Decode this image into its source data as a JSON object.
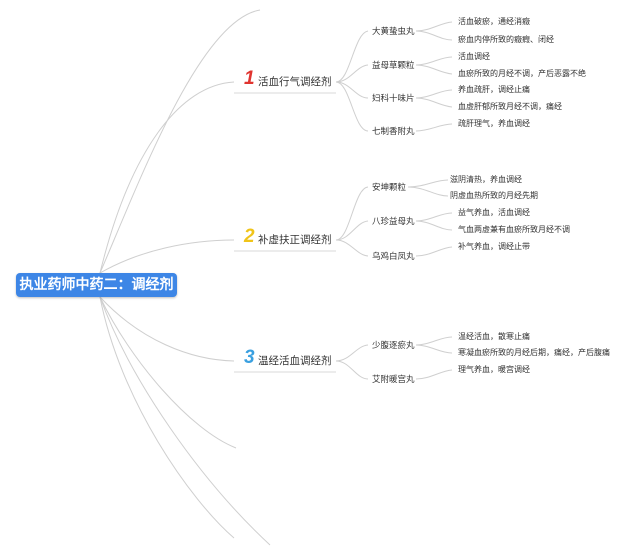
{
  "root": {
    "title": "执业药师中药二：调经剂"
  },
  "colors": {
    "root_bg": "#3d86e6",
    "num1": "#e0342f",
    "num2": "#f0c419",
    "num3": "#3aa0e0",
    "line": "#c8c8c8"
  },
  "branches": [
    {
      "num": "1",
      "label": "活血行气调经剂",
      "herbs": [
        {
          "name": "大黄蛰虫丸",
          "descs": [
            "活血破瘀，通经消癥",
            "瘀血内停所致的癥瘕、闭经"
          ]
        },
        {
          "name": "益母草颗粒",
          "descs": [
            "活血调经",
            "血瘀所致的月经不调，产后恶露不绝"
          ]
        },
        {
          "name": "妇科十味片",
          "descs": [
            "养血疏肝，调经止痛",
            "血虚肝郁所致月经不调，痛经"
          ]
        },
        {
          "name": "七制香附丸",
          "descs": [
            "疏肝理气，养血调经"
          ]
        }
      ]
    },
    {
      "num": "2",
      "label": "补虚扶正调经剂",
      "herbs": [
        {
          "name": "安坤颗粒",
          "descs": [
            "滋阴清热，养血调经",
            "阴虚血热所致的月经先期"
          ]
        },
        {
          "name": "八珍益母丸",
          "descs": [
            "益气养血，活血调经",
            "气血两虚兼有血瘀所致月经不调"
          ]
        },
        {
          "name": "乌鸡白凤丸",
          "descs": [
            "补气养血，调经止带"
          ]
        }
      ]
    },
    {
      "num": "3",
      "label": "温经活血调经剂",
      "herbs": [
        {
          "name": "少腹逐瘀丸",
          "descs": [
            "温经活血，散寒止痛",
            "寒凝血瘀所致的月经后期，痛经，产后腹痛"
          ]
        },
        {
          "name": "艾附暖宫丸",
          "descs": [
            "理气养血，暖宫调经"
          ]
        }
      ]
    }
  ]
}
